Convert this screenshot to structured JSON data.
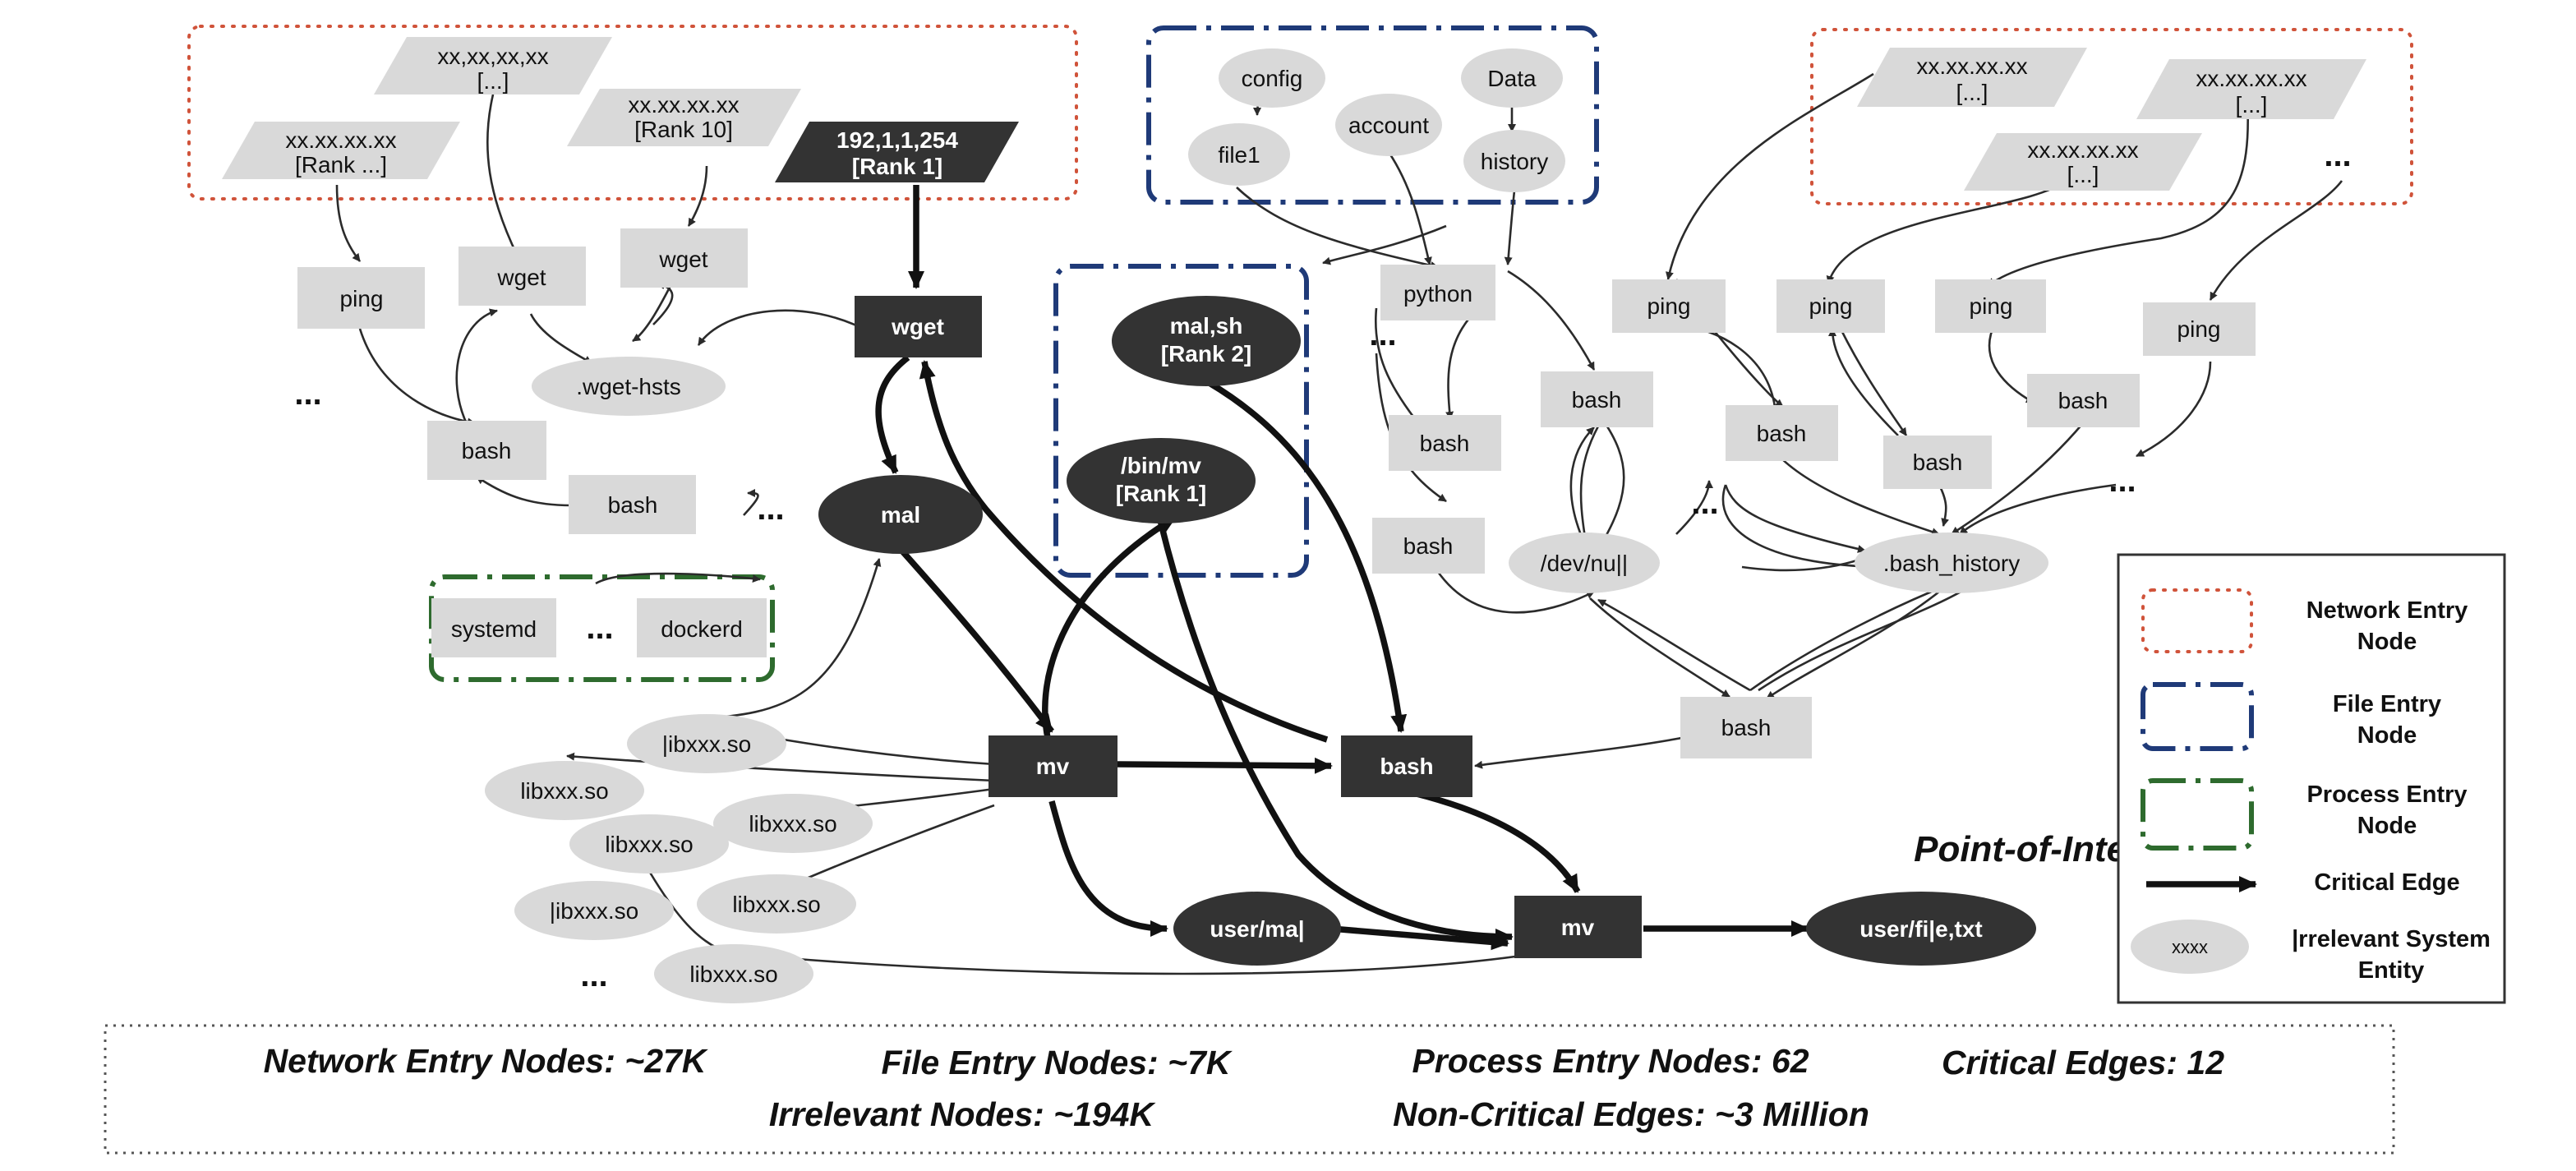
{
  "nodes": {
    "net_addr_1": "xx,xx,xx,xx",
    "net_addr_1_rank": "[...]",
    "net_addr_2": "xx.xx.xx.xx",
    "net_addr_2_rank": "[Rank ...]",
    "net_addr_3": "xx.xx.xx.xx",
    "net_addr_3_rank": "[Rank 10]",
    "net_main": "192,1,1,254",
    "net_main_rank": "[Rank 1]",
    "net_addr_4": "xx.xx.xx.xx",
    "net_addr_4_rank": "[...]",
    "net_addr_5": "xx.xx.xx.xx",
    "net_addr_5_rank": "[...]",
    "net_addr_6": "xx.xx.xx.xx",
    "net_addr_6_rank": "[...]",
    "config": "config",
    "file1": "file1",
    "account": "account",
    "data": "Data",
    "history": "history",
    "ping": "ping",
    "wget": "wget",
    "bash": "bash",
    "wget_hsts": ".wget-hsts",
    "mal": "mal",
    "mal_sh": "mal,sh",
    "mal_sh_rank": "[Rank 2]",
    "bin_mv": "/bin/mv",
    "bin_mv_rank": "[Rank 1]",
    "python": "python",
    "dev_null": "/dev/nu||",
    "bash_history": ".bash_history",
    "systemd": "systemd",
    "dockerd": "dockerd",
    "libxxx_1": "|ibxxx.so",
    "libxxx_2": "libxxx.so",
    "libxxx_3": "libxxx.so",
    "libxxx_4": "libxxx.so",
    "libxxx_5": "libxxx.so",
    "libxxx_6": "|ibxxx.so",
    "libxxx_7": "libxxx.so",
    "mv": "mv",
    "user_mal": "user/ma|",
    "user_file": "user/fi|e,txt",
    "ellipsis": "..."
  },
  "poi_label": "Point-of-Interest Event",
  "legend": {
    "network_entry": [
      "Network Entry",
      "Node"
    ],
    "file_entry": [
      "File Entry",
      "Node"
    ],
    "process_entry": [
      "Process Entry",
      "Node"
    ],
    "critical_edge": "Critical Edge",
    "irrelevant": [
      "|rrelevant System",
      "Entity"
    ],
    "irrelevant_sample": "xxxx"
  },
  "stats": {
    "network_entry_nodes": "Network Entry Nodes: ~27K",
    "file_entry_nodes": "File Entry Nodes: ~7K",
    "process_entry_nodes": "Process Entry Nodes: 62",
    "critical_edges": "Critical Edges: 12",
    "irrelevant_nodes": "Irrelevant Nodes: ~194K",
    "non_critical_edges": "Non-Critical Edges: ~3 Million"
  },
  "colors": {
    "network_border": "#d0533a",
    "file_border": "#1f3a78",
    "process_border": "#2e6b2e",
    "node_gray": "#d9d9d9",
    "node_dark": "#333333"
  }
}
